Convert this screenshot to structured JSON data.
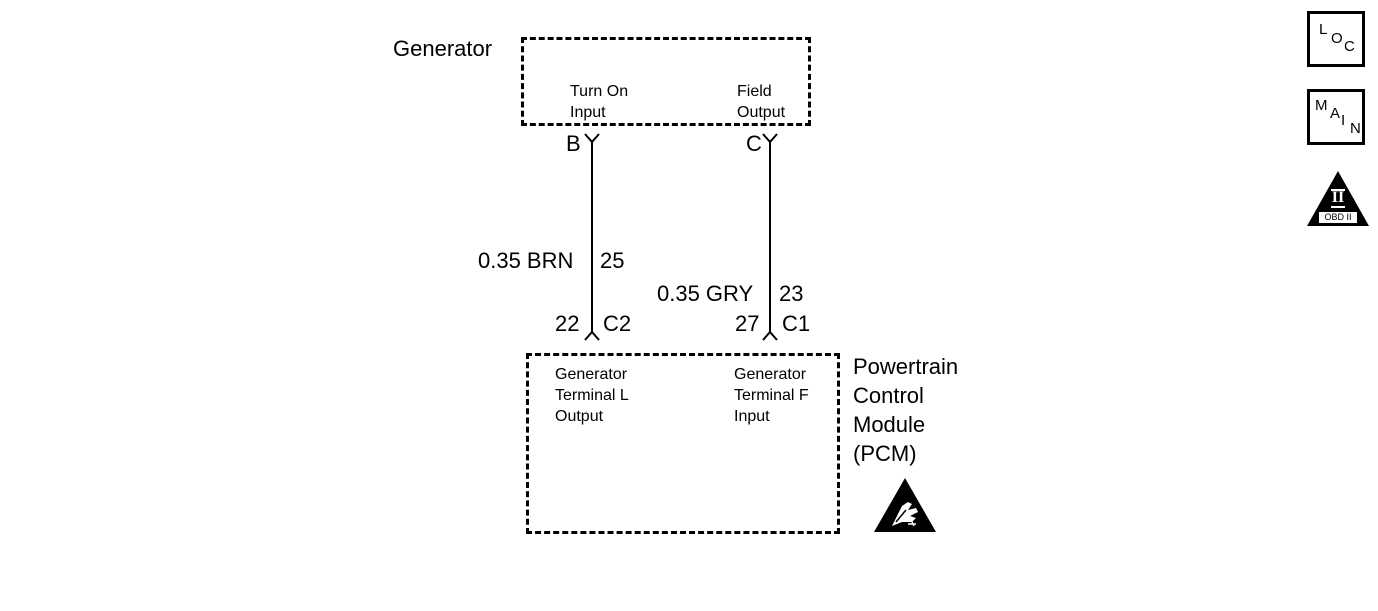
{
  "generator": {
    "name": "Generator",
    "pins": {
      "turn_on": [
        "Turn On",
        "Input"
      ],
      "field": [
        "Field",
        "Output"
      ]
    },
    "terminal_b": "B",
    "terminal_c": "C"
  },
  "wires": [
    {
      "gauge_color": "0.35 BRN",
      "circuit": "25",
      "pcm_pin": "22",
      "pcm_connector": "C2"
    },
    {
      "gauge_color": "0.35 GRY",
      "circuit": "23",
      "pcm_pin": "27",
      "pcm_connector": "C1"
    }
  ],
  "pcm": {
    "name": [
      "Powertrain",
      "Control",
      "Module",
      "(PCM)"
    ],
    "pins": {
      "terminal_l": [
        "Generator",
        "Terminal L",
        "Output"
      ],
      "terminal_f": [
        "Generator",
        "Terminal F",
        "Input"
      ]
    },
    "esd_icon": "esd-sensitive-hand-icon"
  },
  "side_icons": {
    "loc": [
      "L",
      "O",
      "C"
    ],
    "main": [
      "M",
      "A",
      "I",
      "N"
    ],
    "obd": {
      "numeral": "II",
      "caption": "OBD II"
    }
  }
}
